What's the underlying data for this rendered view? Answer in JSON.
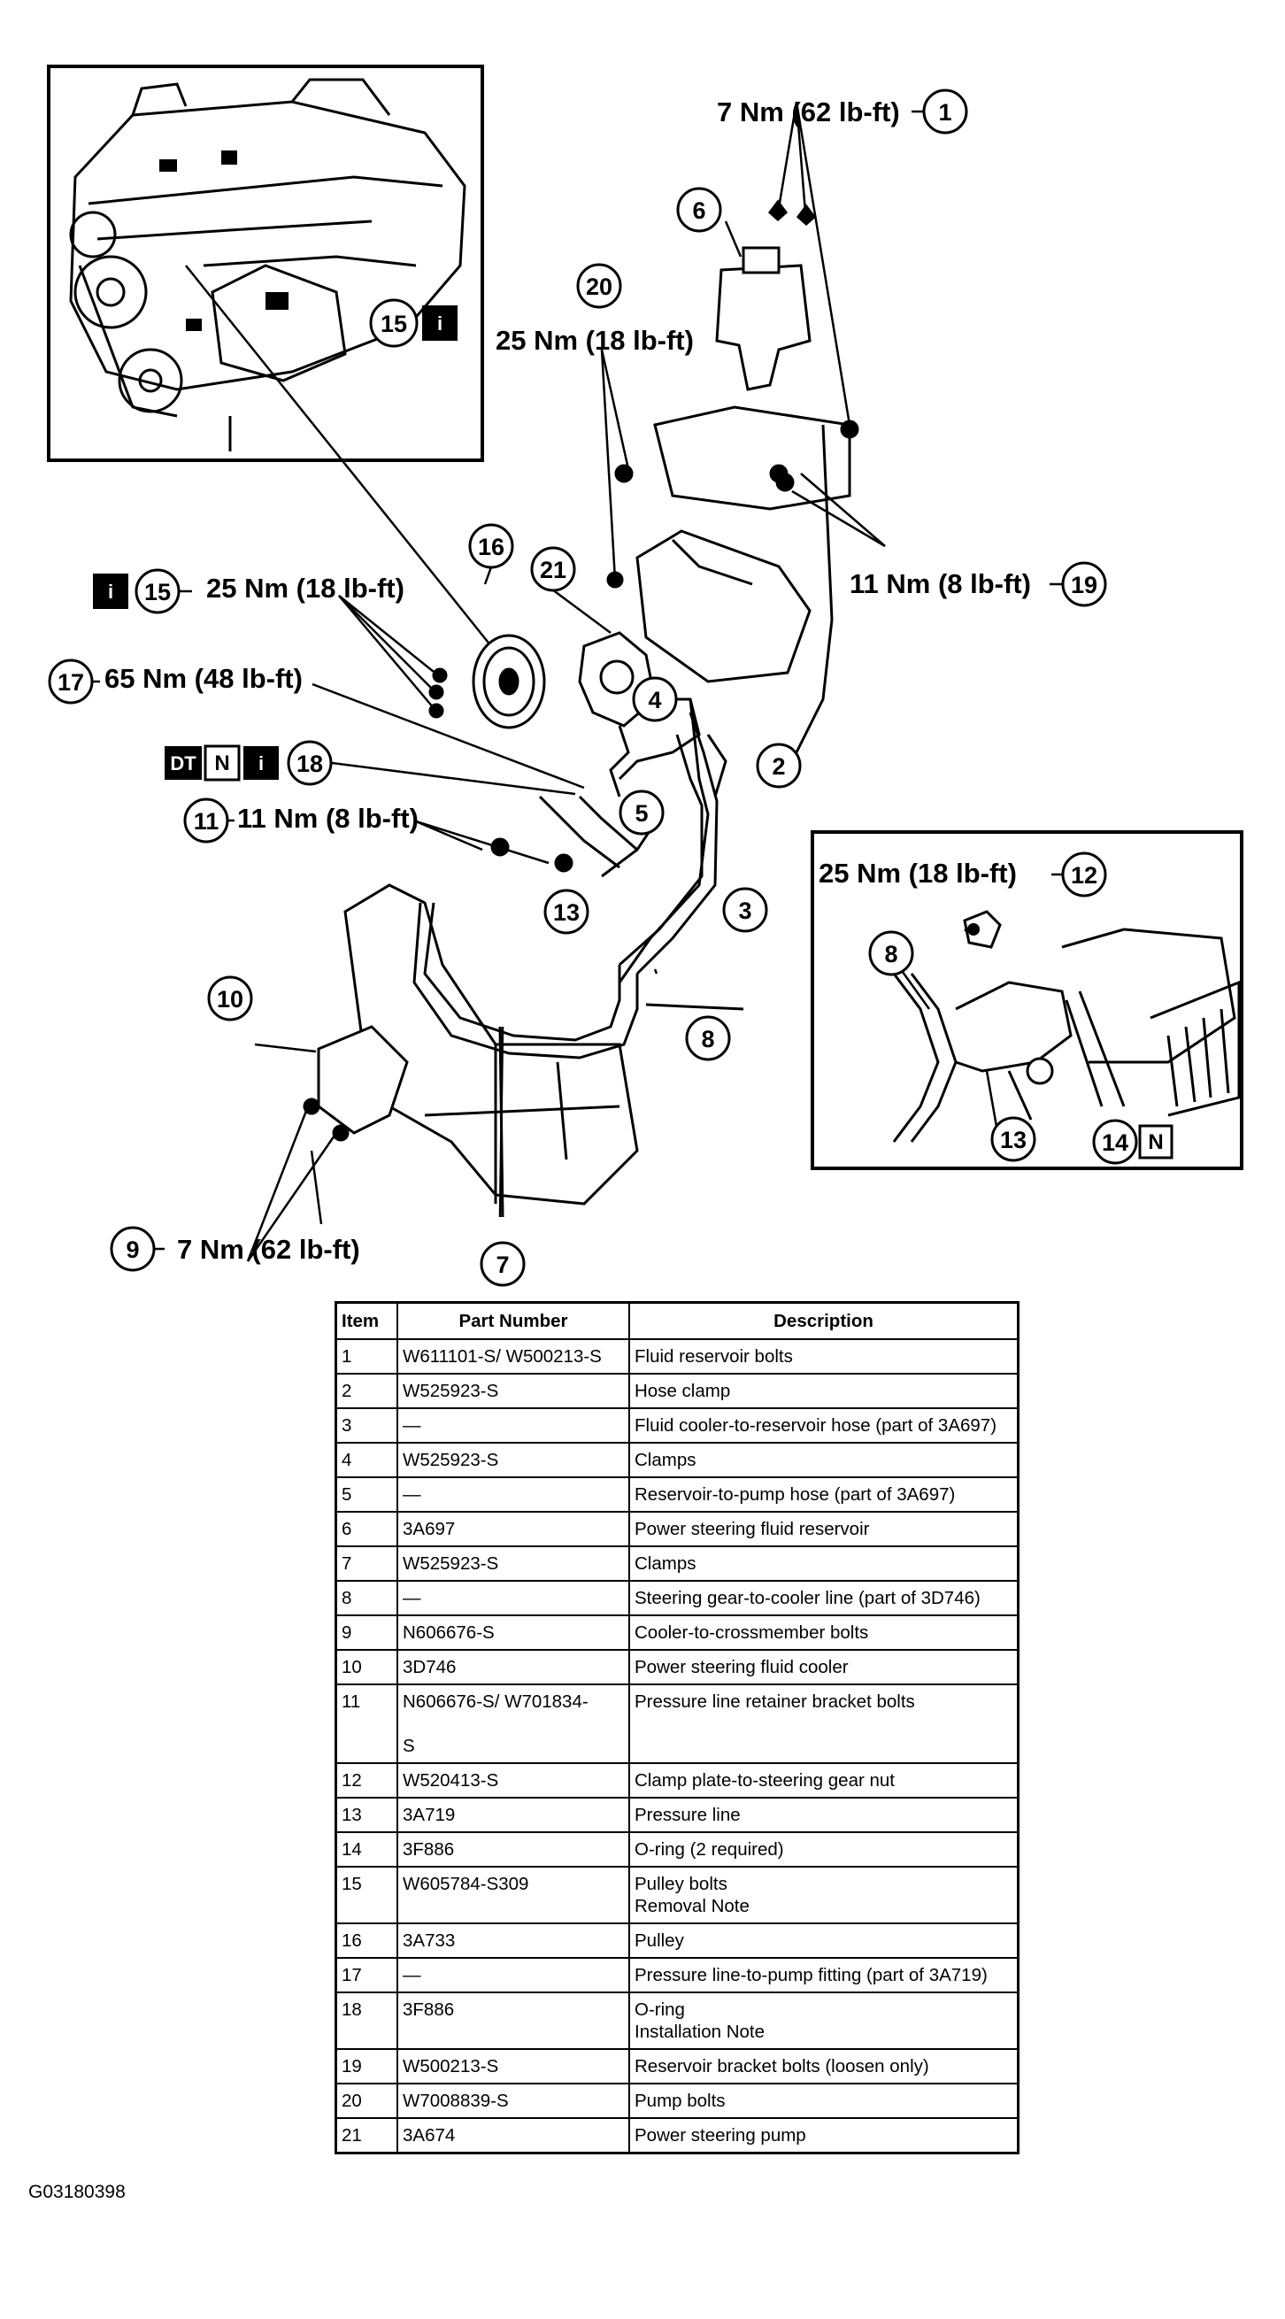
{
  "callouts": {
    "c1": "1",
    "c2": "2",
    "c3": "3",
    "c4": "4",
    "c5": "5",
    "c6": "6",
    "c7": "7",
    "c8": "8",
    "c8b": "8",
    "c9": "9",
    "c10": "10",
    "c11": "11",
    "c12": "12",
    "c13": "13",
    "c13b": "13",
    "c14": "14",
    "c15a": "15",
    "c15b": "15",
    "c16": "16",
    "c17": "17",
    "c18": "18",
    "c19": "19",
    "c20": "20",
    "c21": "21"
  },
  "torques": {
    "t1": "7 Nm (62 lb-ft)",
    "t9": "7 Nm (62 lb-ft)",
    "t11": "11 Nm (8 lb-ft)",
    "t12": "25 Nm (18 lb-ft)",
    "t15": "25 Nm (18 lb-ft)",
    "t17": "65 Nm (48 lb-ft)",
    "t19": "11 Nm (8 lb-ft)",
    "t20": "25 Nm (18 lb-ft)"
  },
  "badges": {
    "info": "i",
    "new": "N",
    "dt": "DT"
  },
  "table": {
    "headers": [
      "Item",
      "Part Number",
      "Description"
    ],
    "rows": [
      [
        "1",
        "W611101-S/ W500213-S",
        "Fluid reservoir bolts"
      ],
      [
        "2",
        "W525923-S",
        "Hose clamp"
      ],
      [
        "3",
        "—",
        "Fluid cooler-to-reservoir hose (part of 3A697)"
      ],
      [
        "4",
        "W525923-S",
        "Clamps"
      ],
      [
        "5",
        "—",
        "Reservoir-to-pump hose (part of 3A697)"
      ],
      [
        "6",
        "3A697",
        "Power steering fluid reservoir"
      ],
      [
        "7",
        "W525923-S",
        "Clamps"
      ],
      [
        "8",
        "—",
        "Steering gear-to-cooler line (part of 3D746)"
      ],
      [
        "9",
        "N606676-S",
        "Cooler-to-crossmember bolts"
      ],
      [
        "10",
        "3D746",
        "Power steering fluid cooler"
      ],
      [
        "11",
        "N606676-S/ W701834-\n\nS",
        "Pressure line retainer bracket bolts"
      ],
      [
        "12",
        "W520413-S",
        "Clamp plate-to-steering gear nut"
      ],
      [
        "13",
        "3A719",
        "Pressure line"
      ],
      [
        "14",
        "3F886",
        "O-ring (2 required)"
      ],
      [
        "15",
        "W605784-S309",
        "Pulley bolts\nRemoval Note"
      ],
      [
        "16",
        "3A733",
        "Pulley"
      ],
      [
        "17",
        "—",
        "Pressure line-to-pump fitting (part of 3A719)"
      ],
      [
        "18",
        "3F886",
        "O-ring\nInstallation Note"
      ],
      [
        "19",
        "W500213-S",
        "Reservoir bracket bolts (loosen only)"
      ],
      [
        "20",
        "W7008839-S",
        "Pump bolts"
      ],
      [
        "21",
        "3A674",
        "Power steering pump"
      ]
    ]
  },
  "figure_code": "G03180398"
}
